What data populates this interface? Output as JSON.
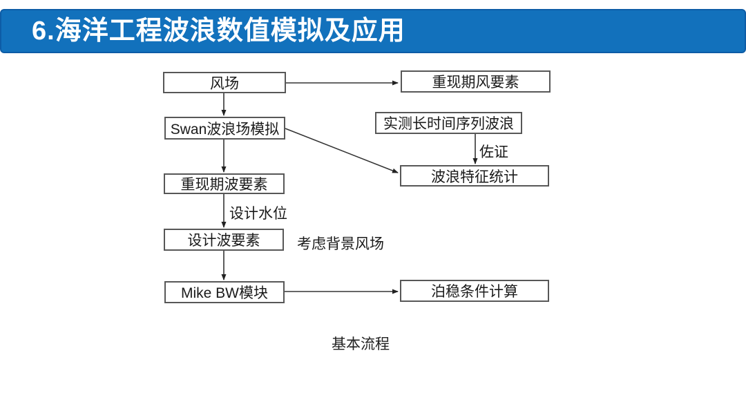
{
  "header": {
    "title": "6.海洋工程波浪数值模拟及应用",
    "colors": {
      "bar_background": "#1271bc",
      "bar_border": "#0d5ca6",
      "title_text": "#ffffff"
    }
  },
  "flowchart": {
    "nodes": {
      "wind_field": "风场",
      "return_period_wind": "重现期风要素",
      "swan_simulation": "Swan波浪场模拟",
      "measured_waves": "实测长时间序列波浪",
      "wave_statistics": "波浪特征统计",
      "return_period_wave": "重现期波要素",
      "design_wave": "设计波要素",
      "mike_bw": "Mike BW模块",
      "berth_stability": "泊稳条件计算"
    },
    "edge_labels": {
      "corroboration": "佐证",
      "design_water_level": "设计水位",
      "background_wind": "考虑背景风场"
    },
    "caption": "基本流程",
    "colors": {
      "box_border": "#575757",
      "arrow_line": "#333333",
      "text": "#1a1a1a"
    }
  }
}
